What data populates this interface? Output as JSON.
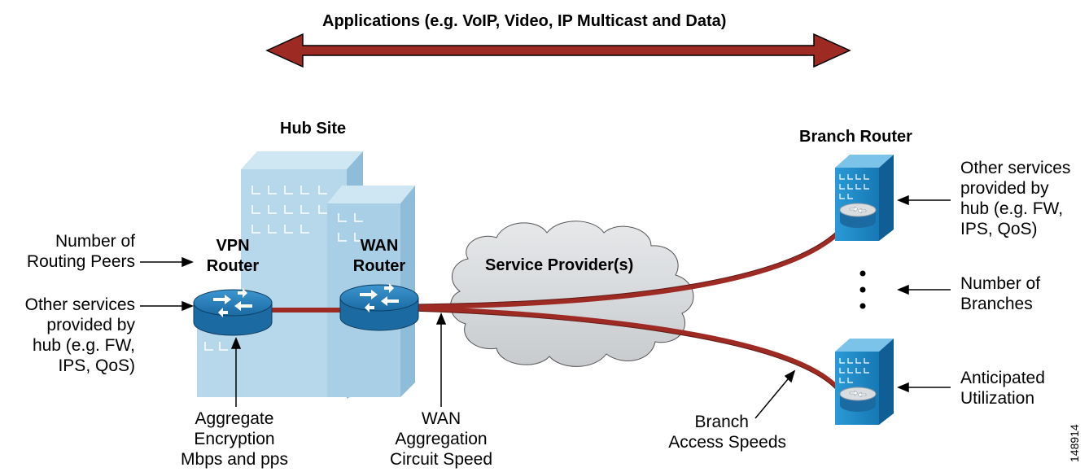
{
  "applications_label": "Applications (e.g. VoIP, Video, IP Multicast and Data)",
  "hub_site_label": "Hub Site",
  "vpn_router_label": [
    "VPN",
    "Router"
  ],
  "wan_router_label": [
    "WAN",
    "Router"
  ],
  "service_provider_label": "Service Provider(s)",
  "branch_router_label": "Branch Router",
  "routing_peers_label": [
    "Number of",
    "Routing Peers"
  ],
  "hub_services_label": [
    "Other services",
    "provided by",
    "hub (e.g. FW,",
    "IPS, QoS)"
  ],
  "encryption_label": [
    "Aggregate",
    "Encryption",
    "Mbps and pps"
  ],
  "wan_circuit_label": [
    "WAN",
    "Aggregation",
    "Circuit Speed"
  ],
  "branch_access_label": [
    "Branch",
    "Access Speeds"
  ],
  "branch_services_label": [
    "Other services",
    "provided by",
    "hub (e.g. FW,",
    "IPS, QoS)"
  ],
  "number_of_branches_label": [
    "Number of",
    "Branches"
  ],
  "anticipated_utilization_label": [
    "Anticipated",
    "Utilization"
  ],
  "figure_id": "148914",
  "colors": {
    "link": "#9e2a24",
    "building_light": "#b9d9ec",
    "building_mid": "#9cc6e0",
    "building_dark": "#7fb3d3",
    "router": "#1d6fa8",
    "branch_blue": "#1e90cc",
    "cloud": "#d6d8da"
  }
}
